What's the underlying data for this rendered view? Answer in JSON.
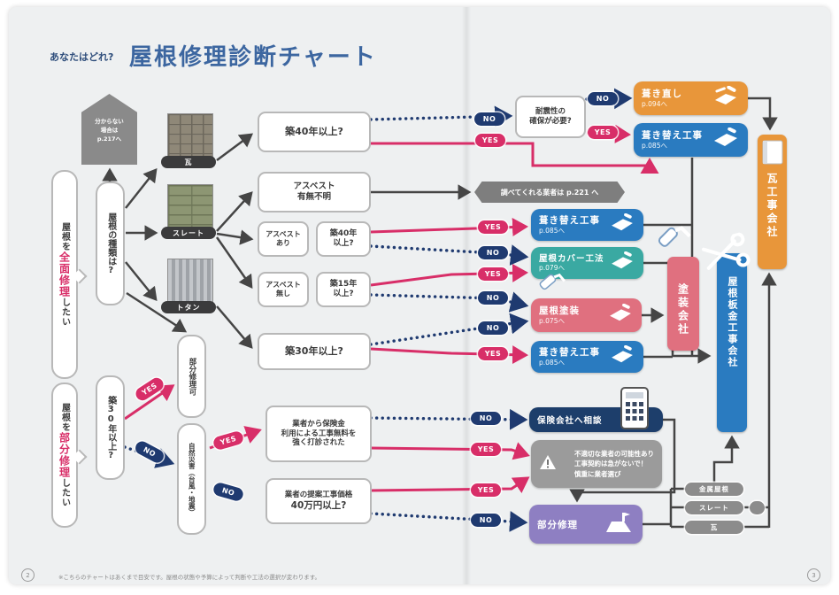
{
  "page": {
    "eyebrow": "あなたはどれ?",
    "title": "屋根修理診断チャート",
    "footnote": "※こちらのチャートはあくまで目安です。屋根の状態や予算によって判断や工法の選択が変わります。",
    "page_num_left": "2",
    "page_num_right": "3"
  },
  "labels": {
    "yes": "YES",
    "no": "NO"
  },
  "flow": {
    "house_note_l1": "分からない",
    "house_note_l2": "場合は",
    "house_note_l3": "p.217へ",
    "full_prefix": "屋根を",
    "full_accent": "全面修理",
    "full_suffix": "したい",
    "part_prefix": "屋根を",
    "part_accent": "部分修理",
    "part_suffix": "したい",
    "roof_type_q": "屋根の種類は?",
    "kawara": "瓦",
    "slate": "スレート",
    "totan": "トタン",
    "q40": "築40年以上?",
    "asb_unknown_l1": "アスベスト",
    "asb_unknown_l2": "有無不明",
    "asb_yes_l1": "アスベスト",
    "asb_yes_l2": "あり",
    "asb_no_l1": "アスベスト",
    "asb_no_l2": "無し",
    "q40b_l1": "築40年",
    "q40b_l2": "以上?",
    "q15_l1": "築15年",
    "q15_l2": "以上?",
    "q30": "築30年以上?",
    "unknown_contractor": "調べてくれる業者は p.221 へ",
    "taishin_l1": "耐震性の",
    "taishin_l2": "確保が必要?",
    "q30v": "築30年以上?",
    "partial_ok": "部分修理可",
    "disaster": "自然災害（台風・地震）",
    "insurance_l1": "業者から保険金",
    "insurance_l2": "利用による工事無料を",
    "insurance_l3": "強く打診された",
    "price_l1": "業者の提案工事価格",
    "price_l2": "40万円以上?"
  },
  "outcomes": {
    "fukinaoshi_title": "葺き直し",
    "fukinaoshi_page": "p.094へ",
    "fukikae_title": "葺き替え工事",
    "fukikae_page": "p.085へ",
    "cover_title": "屋根カバー工法",
    "cover_page": "p.079へ",
    "tosou_title": "屋根塗装",
    "tosou_page": "p.075へ",
    "hoken_soudan": "保険会社へ相談",
    "warn_l1": "不適切な業者の可能性あり",
    "warn_l2": "工事契約は急がないで！",
    "warn_l3": "慎重に業者選び",
    "bubun_shuri": "部分修理"
  },
  "companies": {
    "kawara": "瓦工事会社",
    "bankin": "屋根板金工事会社",
    "tosou": "塗装会社"
  },
  "roof_pills": {
    "kinzoku": "金属屋根",
    "slate": "スレート",
    "kawara": "瓦"
  },
  "colors": {
    "yes_pink": "#d82e68",
    "no_navy": "#1f3a70",
    "title_blue": "#3c66a0",
    "orange": "#e8963a",
    "blue": "#2a7bc0",
    "teal": "#3aa9a2",
    "pink_box": "#e0707f",
    "navy_box": "#1d3e6b",
    "purple": "#8e7fc2",
    "warn_gray": "#9b9b9b"
  }
}
